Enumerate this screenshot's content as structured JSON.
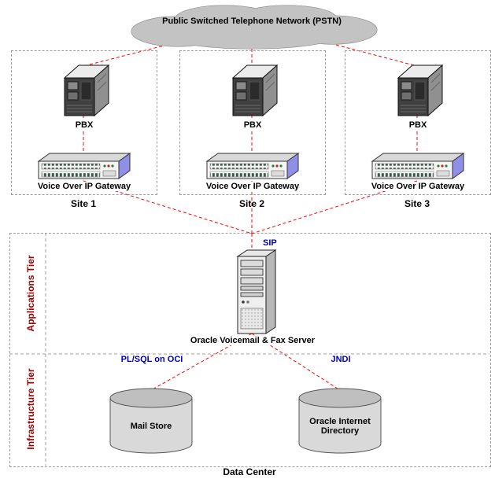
{
  "colors": {
    "connection_line": "#ff0000",
    "protocol_label": "#0000bb",
    "tier_label": "#990000",
    "box_border": "#9c9c9c"
  },
  "pstn": {
    "label": "Public Switched Telephone Network (PSTN)"
  },
  "sites": [
    {
      "name": "Site 1",
      "pbx": "PBX",
      "gateway": "Voice Over IP Gateway"
    },
    {
      "name": "Site 2",
      "pbx": "PBX",
      "gateway": "Voice Over IP Gateway"
    },
    {
      "name": "Site 3",
      "pbx": "PBX",
      "gateway": "Voice Over IP Gateway"
    }
  ],
  "protocols": {
    "sip": "SIP",
    "plsql_oci": "PL/SQL on OCI",
    "jndi": "JNDI"
  },
  "data_center": {
    "label": "Data Center",
    "applications_tier": "Applications Tier",
    "infrastructure_tier": "Infrastructure Tier",
    "server": "Oracle Voicemail & Fax Server",
    "mail_store": "Mail Store",
    "directory": "Oracle Internet Directory"
  }
}
